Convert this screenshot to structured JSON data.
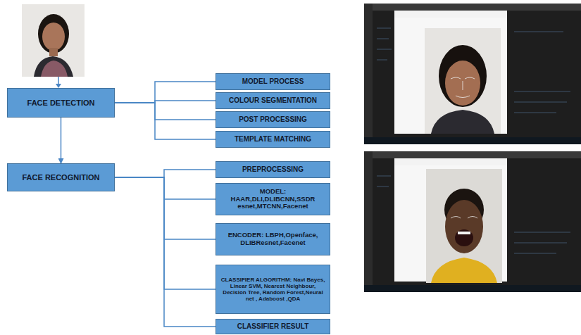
{
  "diagram": {
    "nodes": [
      {
        "text": [
          "FACE DETECTION"
        ]
      },
      {
        "text": [
          "MODEL PROCESS"
        ]
      },
      {
        "text": [
          "COLOUR SEGMENTATION"
        ]
      },
      {
        "text": [
          "POST PROCESSING"
        ]
      },
      {
        "text": [
          "TEMPLATE MATCHING"
        ]
      },
      {
        "text": [
          "FACE RECOGNITION"
        ]
      },
      {
        "text": [
          "PREPROCESSING"
        ]
      },
      {
        "text": [
          "MODEL: HAAR,DLI,DLIBCNN,SSDR esnet,MTCNN,Facenet"
        ]
      },
      {
        "text": [
          "ENCODER: LBPH,Openface, DLIBResnet,Facenet"
        ]
      },
      {
        "text": [
          "CLASSIFIER ALGORITHM: Navi Bayes, Linear SVM, Nearest Neighbour, Decision Tree, Random Forest,Neural net , Adaboost ,QDA"
        ]
      },
      {
        "text": [
          "CLASSIFIER RESULT"
        ]
      }
    ],
    "edges": [
      {
        "from": 0,
        "to": 1,
        "arrow": "none"
      },
      {
        "from": 0,
        "to": 2,
        "arrow": "none"
      },
      {
        "from": 0,
        "to": 3,
        "arrow": "none"
      },
      {
        "from": 0,
        "to": 4,
        "arrow": "none"
      },
      {
        "from": 0,
        "to": 5,
        "arrow": "to"
      },
      {
        "from": 5,
        "to": 6,
        "arrow": "none"
      },
      {
        "from": 5,
        "to": 7,
        "arrow": "none"
      },
      {
        "from": 5,
        "to": 8,
        "arrow": "none"
      },
      {
        "from": 5,
        "to": 9,
        "arrow": "none"
      },
      {
        "from": 5,
        "to": 10,
        "arrow": "none"
      }
    ]
  }
}
